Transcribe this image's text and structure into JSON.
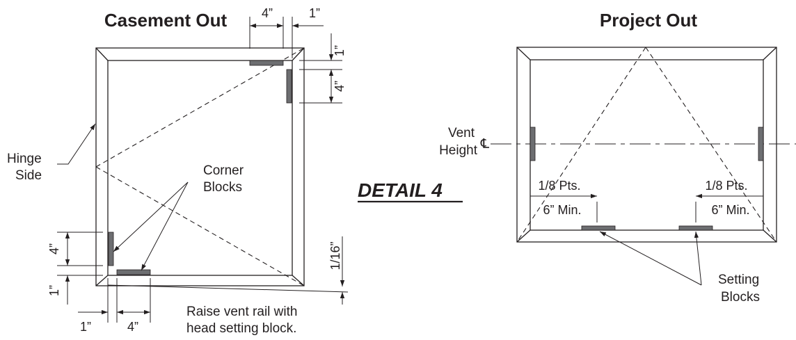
{
  "titles": {
    "casement": "Casement Out",
    "project": "Project Out",
    "detail": "DETAIL 4"
  },
  "casement": {
    "hinge_line1": "Hinge",
    "hinge_line2": "Side",
    "corner_line1": "Corner",
    "corner_line2": "Blocks",
    "raise_line1": "Raise vent rail with",
    "raise_line2": "head setting block.",
    "dims": {
      "top_block": "4”",
      "top_gap": "1”",
      "right_gap": "1”",
      "right_block": "4”",
      "left_block": "4”",
      "left_gap": "1”",
      "bottom_gap": "1”",
      "bottom_block": "4”",
      "raise": "1/16”"
    }
  },
  "project": {
    "vent_line1": "Vent",
    "vent_line2": "Height",
    "cl_symbol": "℄",
    "pts_left": "1/8 Pts.",
    "pts_right": "1/8 Pts.",
    "min_left": "6” Min.",
    "min_right": "6” Min.",
    "setting_line1": "Setting",
    "setting_line2": "Blocks"
  },
  "colors": {
    "line": "#231f20",
    "block": "#6d6e71"
  }
}
